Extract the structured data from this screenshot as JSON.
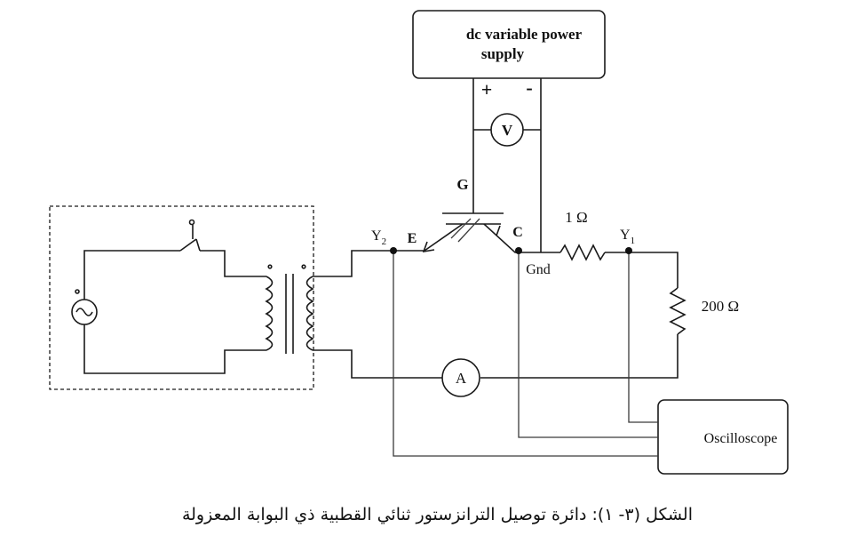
{
  "power_supply": {
    "line1": "dc variable power",
    "line2": "supply",
    "plus": "+",
    "minus": "-"
  },
  "voltmeter": "V",
  "ammeter": "A",
  "gate_label": "G",
  "emitter_label": "E",
  "collector_label": "C",
  "gnd_label": "Gnd",
  "y2_label": {
    "main": "Y",
    "sub": "2"
  },
  "y1_label": {
    "main": "Y",
    "sub": "1"
  },
  "r_small": "1 Ω",
  "r_load": "200 Ω",
  "oscilloscope": "Oscilloscope",
  "caption": "الشكل (٣-  ١): دائرة توصيل الترانزستور ثنائي القطبية ذي البوابة المعزولة"
}
